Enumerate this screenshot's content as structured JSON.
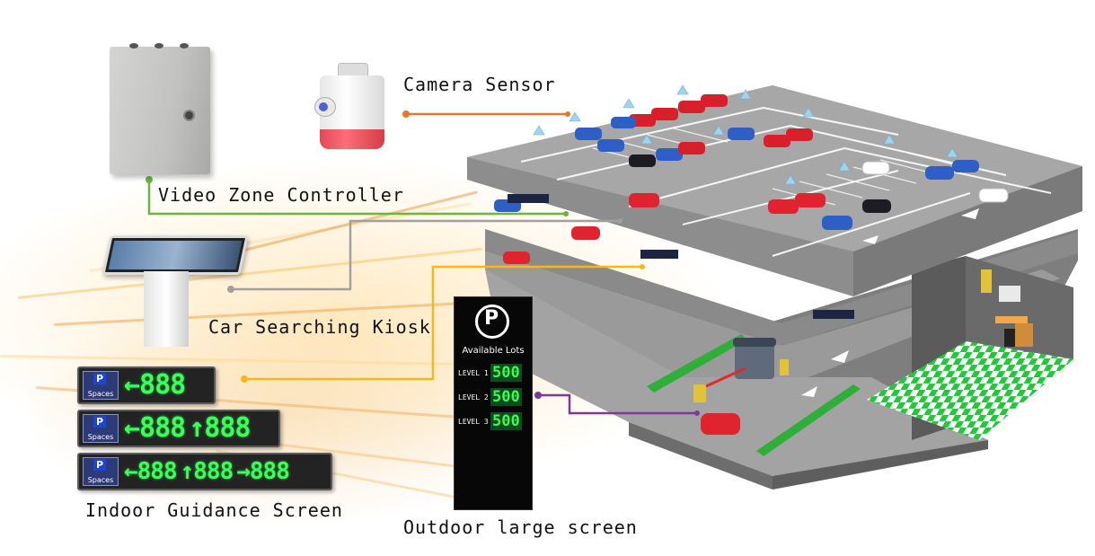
{
  "labels": {
    "camera_sensor": "Camera Sensor",
    "video_zone_controller": "Video Zone Controller",
    "car_searching_kiosk": "Car Searching Kiosk",
    "indoor_guidance_screen": "Indoor Guidance Screen",
    "outdoor_large_screen": "Outdoor large screen"
  },
  "guidance_screens": [
    {
      "badge": "P",
      "badge_text": "Spaces",
      "panels": [
        "←888"
      ]
    },
    {
      "badge": "P",
      "badge_text": "Spaces",
      "panels": [
        "←888",
        "↑888"
      ]
    },
    {
      "badge": "P",
      "badge_text": "Spaces",
      "panels": [
        "←888",
        "↑888",
        "→888"
      ]
    }
  ],
  "outdoor_screen": {
    "title": "Available Lots",
    "levels": [
      {
        "label": "LEVEL 1",
        "value": "500"
      },
      {
        "label": "LEVEL 2",
        "value": "500"
      },
      {
        "label": "LEVEL 3",
        "value": "500"
      }
    ]
  },
  "colors": {
    "camera_line": "#e8762e",
    "controller_line": "#6db33f",
    "kiosk_line": "#a0a0a0",
    "guidance_line": "#f2b81d",
    "outdoor_line": "#7a3a98",
    "led_green": "#39ff56",
    "checker": "#22c73a"
  },
  "icons": {
    "controller": "metal-cabinet-icon",
    "camera": "camera-sensor-icon",
    "kiosk": "touch-kiosk-icon",
    "parking": "parking-car-icon"
  }
}
